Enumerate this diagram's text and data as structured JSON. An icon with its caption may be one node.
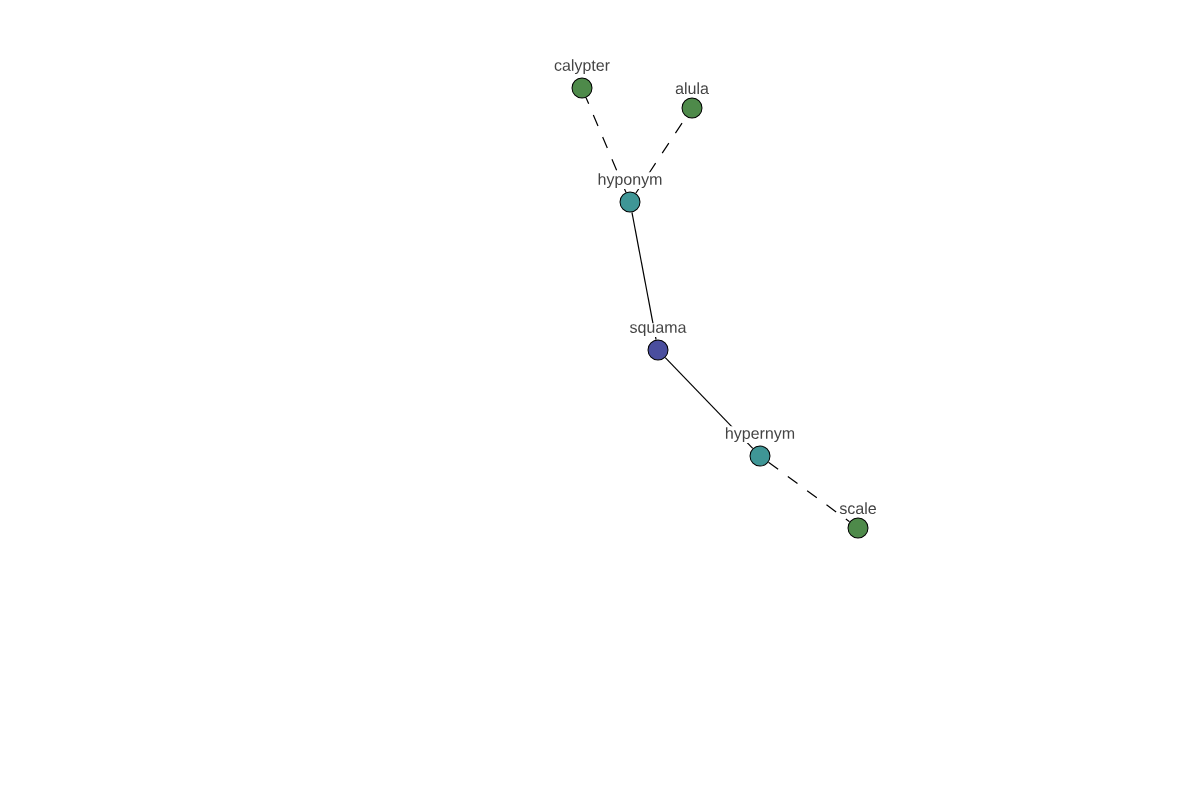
{
  "diagram": {
    "nodes": [
      {
        "text": [
          "calypter"
        ]
      },
      {
        "text": [
          "alula"
        ]
      },
      {
        "text": [
          "hyponym"
        ]
      },
      {
        "text": [
          "squama"
        ]
      },
      {
        "text": [
          "hypernym"
        ]
      },
      {
        "text": [
          "scale"
        ]
      }
    ],
    "edges": [
      {
        "from": 2,
        "to": 0,
        "arrow": "none",
        "style": "dashed"
      },
      {
        "from": 2,
        "to": 1,
        "arrow": "none",
        "style": "dashed"
      },
      {
        "from": 3,
        "to": 2,
        "arrow": "none"
      },
      {
        "from": 3,
        "to": 4,
        "arrow": "none"
      },
      {
        "from": 4,
        "to": 5,
        "arrow": "none",
        "style": "dashed"
      }
    ]
  }
}
